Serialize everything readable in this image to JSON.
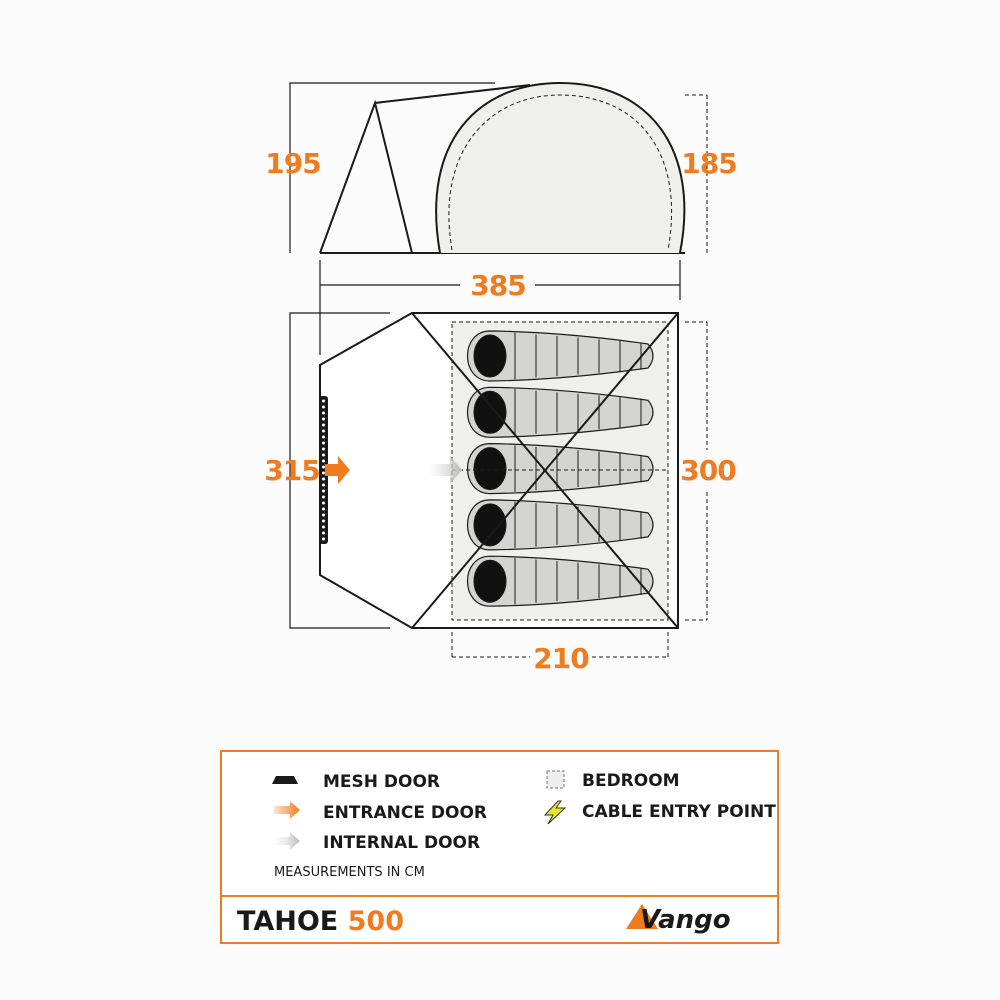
{
  "side_view": {
    "height_front": "195",
    "height_rear": "185",
    "length": "385"
  },
  "plan_view": {
    "width_front": "315",
    "width_bedroom": "300",
    "bedroom_depth": "210",
    "sleeping_bags": 5
  },
  "legend": {
    "items": [
      {
        "icon": "mesh-door-icon",
        "label": "MESH DOOR"
      },
      {
        "icon": "entrance-arrow-icon",
        "label": "ENTRANCE DOOR"
      },
      {
        "icon": "internal-arrow-icon",
        "label": "INTERNAL DOOR"
      },
      {
        "icon": "bedroom-icon",
        "label": "BEDROOM"
      },
      {
        "icon": "lightning-icon",
        "label": "CABLE ENTRY POINT"
      }
    ],
    "note": "MEASUREMENTS IN CM"
  },
  "product": {
    "name": "TAHOE",
    "model": "500",
    "brand": "Vango"
  },
  "colors": {
    "accent": "#f07c1f",
    "line": "#1a1a1a",
    "bedroom": "#efefed",
    "bag": "#d4d4d2"
  }
}
